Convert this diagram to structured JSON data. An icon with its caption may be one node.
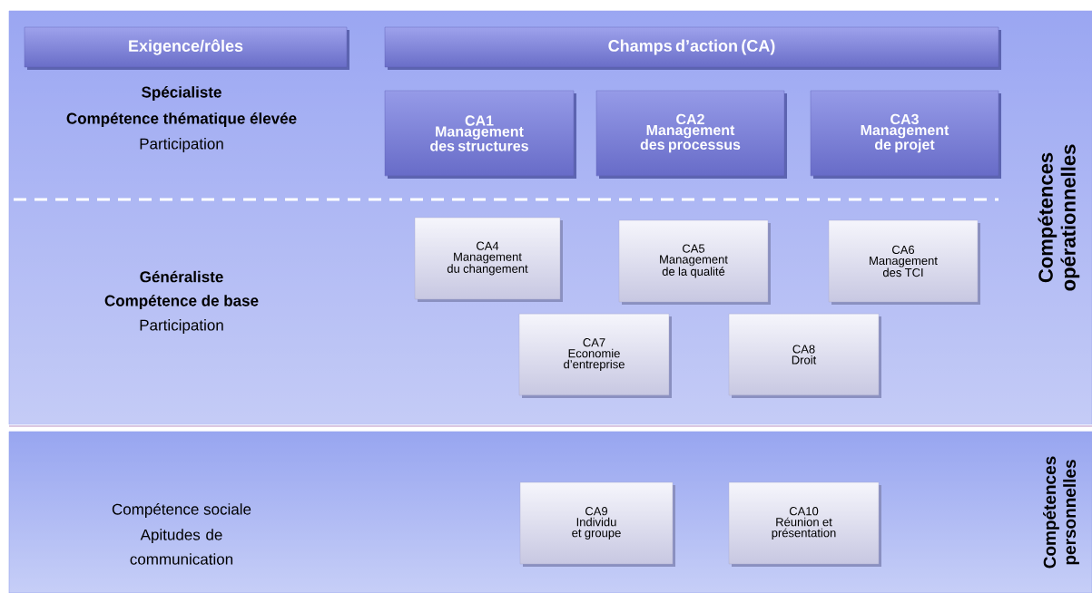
{
  "diagram": {
    "nodes": [
      {
        "text": [
          "Compétences opérationnelles"
        ]
      },
      {
        "text": [
          "Exigence/rôles"
        ],
        "in": 0
      },
      {
        "text": [
          "Champs d’action (CA)"
        ],
        "in": 0
      },
      {
        "text": [
          "CA1",
          "Management des structures"
        ],
        "in": 0
      },
      {
        "text": [
          "CA2",
          "Management des processus"
        ],
        "in": 0
      },
      {
        "text": [
          "CA3",
          "Management de projet"
        ],
        "in": 0
      },
      {
        "text": [
          "CA4",
          "Management du changement"
        ],
        "in": 0
      },
      {
        "text": [
          "CA5",
          "Management de la qualité"
        ],
        "in": 0
      },
      {
        "text": [
          "CA6",
          "Management des TCI"
        ],
        "in": 0
      },
      {
        "text": [
          "CA7",
          "Economie d’entreprise"
        ],
        "in": 0
      },
      {
        "text": [
          "CA8",
          "Droit"
        ],
        "in": 0
      },
      {
        "text": [
          "Compétences personnelles"
        ]
      },
      {
        "text": [
          "CA9",
          "Individu et groupe"
        ],
        "in": 11
      },
      {
        "text": [
          "CA10",
          "Réunion et présentation"
        ],
        "in": 11
      }
    ],
    "labels": [
      "Spécialiste",
      "Compétence thématique élevée",
      "Participation",
      "Généraliste",
      "Compétence de base",
      "Participation",
      "Compétence sociale",
      "Apitudes de communication"
    ]
  }
}
